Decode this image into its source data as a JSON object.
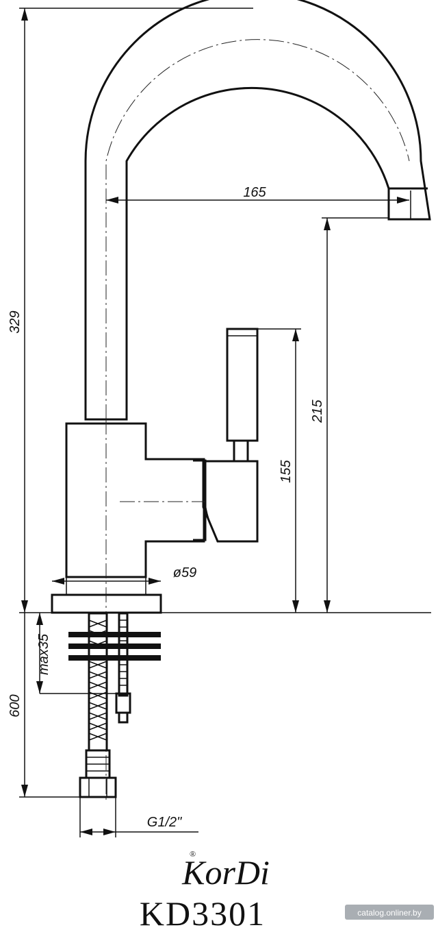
{
  "dimensions": {
    "total_height": "329",
    "spout_reach": "165",
    "outlet_height": "215",
    "handle_height": "155",
    "base_diameter": "ø59",
    "max_thickness": "max35",
    "hose_length": "600",
    "connection_thread": "G1/2\""
  },
  "brand": {
    "logo_text": "KorDi",
    "registered_mark": "®",
    "model": "KD3301"
  },
  "watermark": "catalog.onliner.by"
}
